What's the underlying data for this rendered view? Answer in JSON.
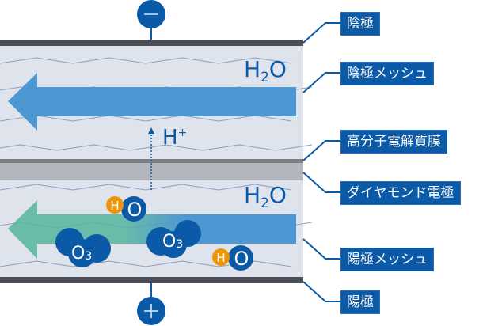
{
  "title": "ダイヤモンド電極によるオゾン水生成の仕組み",
  "labels": {
    "cathode": "陰極",
    "cathode_mesh": "陰極メッシュ",
    "membrane": "高分子電解質膜",
    "diamond_electrode": "ダイヤモンド電極",
    "anode_mesh": "陽極メッシュ",
    "anode": "陽極"
  },
  "terminals": {
    "negative_symbol": "−",
    "positive_symbol": "+"
  },
  "chemistry": {
    "water_top": {
      "main": "H",
      "sub": "2",
      "tail": "O"
    },
    "water_bottom": {
      "main": "H",
      "sub": "2",
      "tail": "O"
    },
    "proton": {
      "main": "H",
      "sup": "+"
    },
    "hydroxyl_1": {
      "h": "H",
      "o": "O"
    },
    "hydroxyl_2": {
      "h": "H",
      "o": "O"
    },
    "ozone_1": {
      "main": "O",
      "sub": "3"
    },
    "ozone_2": {
      "main": "O",
      "sub": "3"
    }
  },
  "colors": {
    "electrode_dark": "#4a4d55",
    "mesh_bg": "#dfe3ec",
    "membrane_line": "#7c7e80",
    "diamond_layer": "#b3b6bc",
    "water_arrow": "#4593d2",
    "ozone_water_arrow": "#63bba4",
    "molecule_blue": "#0a5aa8",
    "hydrogen_orange": "#ee9507",
    "label_bg": "#0a5aa8"
  }
}
